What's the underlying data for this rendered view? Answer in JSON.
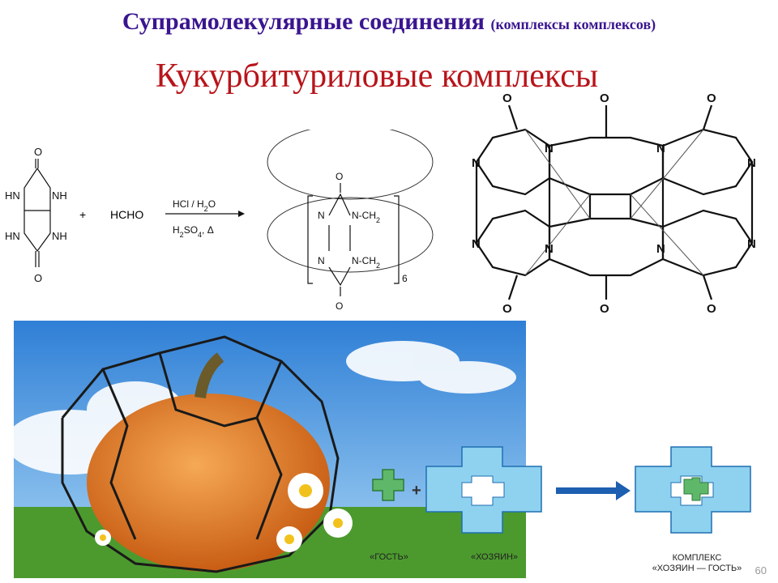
{
  "title": {
    "main": "Супрамолекулярные соединения",
    "sub": "(комплексы комплексов)"
  },
  "subtitle": "Кукурбитуриловые комплексы",
  "reaction": {
    "o_label": "O",
    "hn": "HN",
    "nh": "NH",
    "n": "N",
    "nch2": "N-CH",
    "sub2": "2",
    "plus": "+",
    "hcho": "HCHO",
    "cond1": "HCl / H",
    "cond1_sub": "2",
    "cond1_end": "O",
    "cond2": "H",
    "cond2_sub": "2",
    "cond2_end": "SO",
    "cond2_sub2": "4",
    "cond2_tail": ", Δ",
    "repeat": "6"
  },
  "hostguest": {
    "guest_label": "«ГОСТЬ»",
    "host_label": "«ХОЗЯИН»",
    "complex_label_1": "КОМПЛЕКС",
    "complex_label_2": "«ХОЗЯИН — ГОСТЬ»",
    "plus": "+"
  },
  "page_number": "60",
  "colors": {
    "title": "#3a1590",
    "subtitle": "#b8141a",
    "host": "#8fd2f0",
    "guest": "#5fb86a",
    "arrow": "#1d5fb0"
  },
  "icons": {
    "page_icon": "none"
  }
}
